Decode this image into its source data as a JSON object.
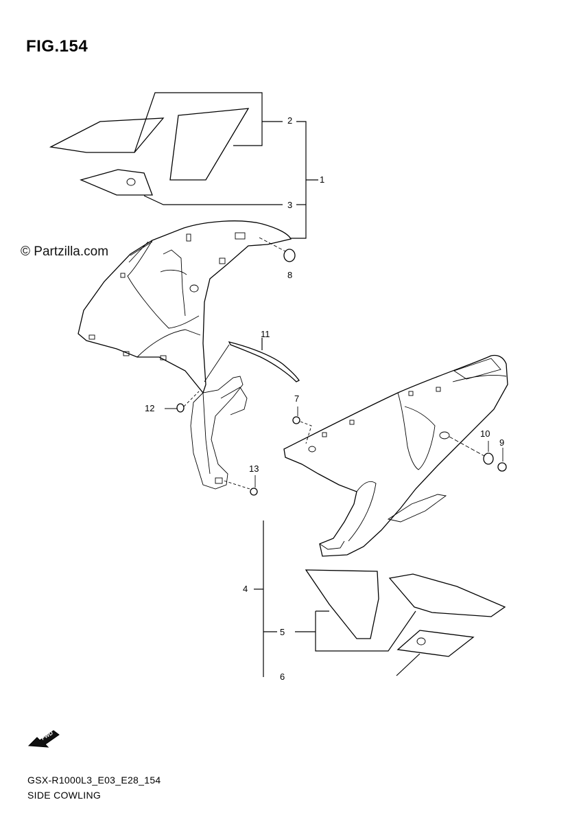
{
  "figure": {
    "title": "FIG.154",
    "watermark": "© Partzilla.com",
    "forward_badge": "FWD"
  },
  "callouts": [
    {
      "id": "1",
      "label": "1"
    },
    {
      "id": "2",
      "label": "2"
    },
    {
      "id": "3",
      "label": "3"
    },
    {
      "id": "4",
      "label": "4"
    },
    {
      "id": "5",
      "label": "5"
    },
    {
      "id": "6",
      "label": "6"
    },
    {
      "id": "7",
      "label": "7"
    },
    {
      "id": "8",
      "label": "8"
    },
    {
      "id": "9",
      "label": "9"
    },
    {
      "id": "10",
      "label": "10"
    },
    {
      "id": "11",
      "label": "11"
    },
    {
      "id": "12",
      "label": "12"
    },
    {
      "id": "13",
      "label": "13"
    }
  ],
  "footer": {
    "code": "GSX-R1000L3_E03_E28_154",
    "name": "SIDE COWLING"
  }
}
